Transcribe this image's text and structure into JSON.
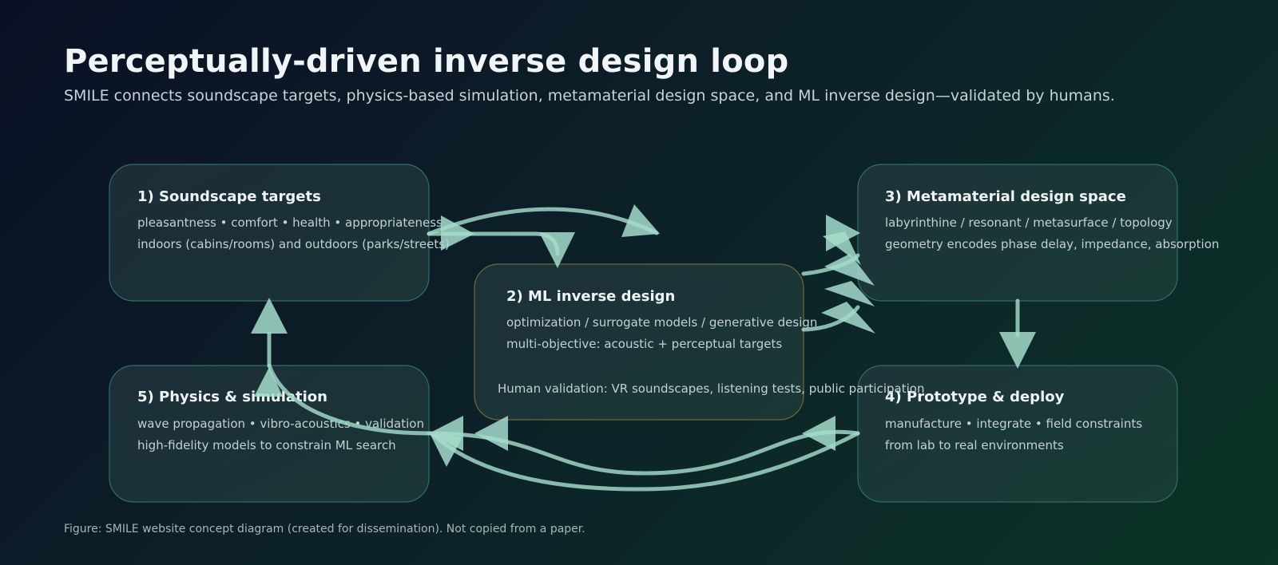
{
  "header": {
    "title": "Perceptually-driven inverse design loop",
    "subtitle": "SMILE connects soundscape targets, physics-based simulation, metamaterial design space, and ML inverse design—validated by humans."
  },
  "nodes": {
    "soundscape": {
      "title": "1) Soundscape targets",
      "line1": "pleasantness • comfort • health • appropriateness",
      "line2": "indoors (cabins/rooms) and outdoors (parks/streets)"
    },
    "ml": {
      "title": "2) ML inverse design",
      "line1": "optimization / surrogate models / generative design",
      "line2": "multi-objective: acoustic + perceptual targets"
    },
    "metamaterial": {
      "title": "3) Metamaterial design space",
      "line1": "labyrinthine / resonant / metasurface / topology",
      "line2": "geometry encodes phase delay, impedance, absorption"
    },
    "prototype": {
      "title": "4) Prototype & deploy",
      "line1": "manufacture • integrate • field constraints",
      "line2": "from lab to real environments"
    },
    "physics": {
      "title": "5) Physics & simulation",
      "line1": "wave propagation • vibro-acoustics • validation",
      "line2": "high-fidelity models to constrain ML search"
    }
  },
  "human_validation": "Human validation: VR soundscapes, listening tests, public participation",
  "caption": "Figure: SMILE website concept diagram (created for dissemination). Not copied from a paper.",
  "colors": {
    "node_border": "#2f6f66",
    "ml_border": "#6b6a3a",
    "arrow": "#9fd6c4"
  }
}
